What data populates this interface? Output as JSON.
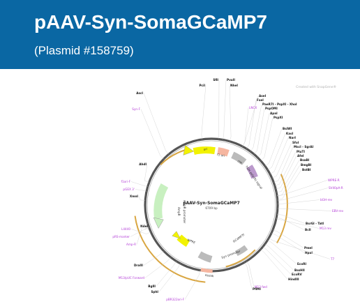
{
  "header": {
    "title": "pAAV-Syn-SomaGCaMP7",
    "subtitle": "(Plasmid #158759)"
  },
  "map": {
    "credit": "Created with SnapGene®",
    "name": "pAAV-Syn-SomaGCaMP7",
    "size": "6709 bp",
    "features": [
      "ori",
      "AmpR",
      "AmpR promoter",
      "f1 ori",
      "ITR",
      "hGH poly(A) signal",
      "WPRE",
      "Syn promoter",
      "GCaMP7f",
      "Kozak"
    ],
    "enzymes": [
      "SfiI",
      "PvuII",
      "PciI",
      "NheI",
      "AscI",
      "AseI",
      "FseI",
      "PaeR7I - PspXI - XhoI",
      "PspOMI",
      "ApaI",
      "PspXI",
      "BsiWI",
      "KasI",
      "NarI",
      "SfoI",
      "MscI - SgrAI",
      "PluTI",
      "AfeI",
      "BsaBI",
      "BmgBI",
      "BstBI",
      "BsrGI - TatI",
      "BclI",
      "PmeI",
      "HpaI",
      "EcoRI",
      "BssHII",
      "EcoRV",
      "HindIII",
      "PflMI",
      "BglII",
      "SphI",
      "DraIII",
      "NdeI",
      "XmnI",
      "AhdI"
    ],
    "primers": [
      "Syn-F",
      "LNCX",
      "WPRE-R",
      "SV40pA-R",
      "bGH-rev",
      "EBV-rev",
      "M13 rev",
      "T7",
      "M13 fwd",
      "pBR322ori-F",
      "L4440",
      "pRS-marker",
      "Amp-R",
      "f1ori-F",
      "pGEX 3'",
      "M13/pUC Forward"
    ]
  }
}
